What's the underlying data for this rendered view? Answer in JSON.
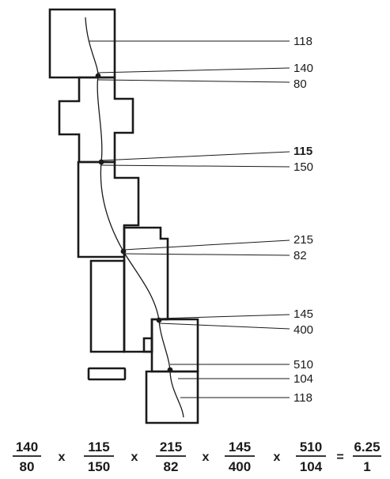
{
  "labels": [
    "118",
    "140",
    "80",
    "115",
    "150",
    "215",
    "82",
    "145",
    "400",
    "510",
    "104",
    "118"
  ],
  "equation": {
    "fractions": [
      {
        "num": "140",
        "den": "80"
      },
      {
        "num": "115",
        "den": "150"
      },
      {
        "num": "215",
        "den": "82"
      },
      {
        "num": "145",
        "den": "400"
      },
      {
        "num": "510",
        "den": "104"
      }
    ],
    "times": "x",
    "equals": "=",
    "result": {
      "num": "6.25",
      "den": "1"
    }
  }
}
